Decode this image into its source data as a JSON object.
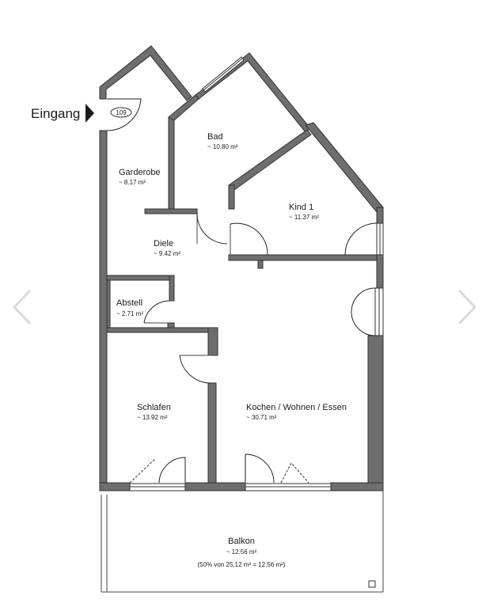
{
  "entrance": {
    "label": "Eingang",
    "unit_number": "109"
  },
  "rooms": {
    "bad": {
      "name": "Bad",
      "area": "~ 10.80 m²"
    },
    "garderobe": {
      "name": "Garderobe",
      "area": "~ 8.17 m²"
    },
    "kind1": {
      "name": "Kind 1",
      "area": "~ 11.37 m²"
    },
    "diele": {
      "name": "Diele",
      "area": "~ 9.42 m²"
    },
    "abstell": {
      "name": "Abstell",
      "area": "~ 2.71 m²"
    },
    "schlafen": {
      "name": "Schlafen",
      "area": "~ 13.92 m²"
    },
    "kochen": {
      "name": "Kochen / Wohnen / Essen",
      "area": "~ 30.71 m²"
    },
    "balkon": {
      "name": "Balkon",
      "area": "~ 12.56 m²",
      "note": "(50% von 25,12 m² = 12,56 m²)"
    }
  },
  "navigation": {
    "prev_icon": "chevron-left-icon",
    "next_icon": "chevron-right-icon"
  },
  "colors": {
    "wall": "#6e6e6e",
    "nav_arrow": "#d9d9d9"
  }
}
